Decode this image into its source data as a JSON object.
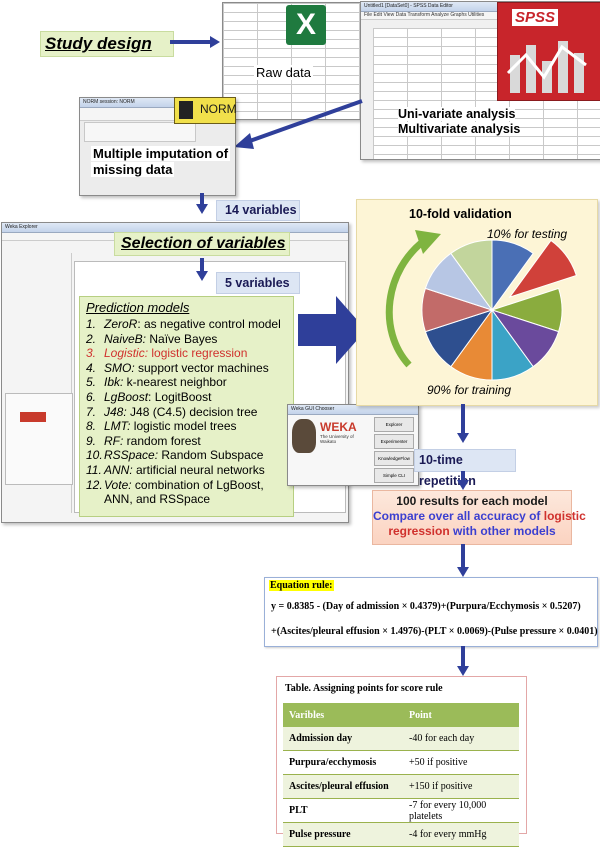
{
  "study_design": "Study design",
  "raw_data": "Raw data",
  "excel_letter": "X",
  "spss_logo": "SPSS",
  "spss_window_title": "Untitled1 [DataSet0] - SPSS Data Editor",
  "spss_menu": "File  Edit  View  Data  Transform  Analyze  Graphs  Utilities",
  "analysis_line1": "Uni-variate analysis",
  "analysis_line2": "Multivariate analysis",
  "norm_logo": "NORM",
  "norm_window_title": "NORM session: NORM",
  "imputation_line1": "Multiple imputation of",
  "imputation_line2": "missing data",
  "vars14": "14 variables",
  "selection": "Selection of variables",
  "vars5": "5 variables",
  "weka_explorer_title": "Weka Explorer",
  "prediction_title": "Prediction  models",
  "models": [
    {
      "num": "1.",
      "name": "ZeroR",
      "desc": ": as negative control model",
      "highlight": false
    },
    {
      "num": "2.",
      "name": "NaiveB:",
      "desc": " Naïve Bayes",
      "highlight": false
    },
    {
      "num": "3.",
      "name": "Logistic:",
      "desc": " logistic regression",
      "highlight": true
    },
    {
      "num": "4.",
      "name": "SMO:",
      "desc": " support vector machines",
      "highlight": false
    },
    {
      "num": "5.",
      "name": "Ibk:",
      "desc": " k-nearest neighbor",
      "highlight": false
    },
    {
      "num": "6.",
      "name": "LgBoost",
      "desc": ": LogitBoost",
      "highlight": false
    },
    {
      "num": "7.",
      "name": "J48:",
      "desc": " J48 (C4.5) decision tree",
      "highlight": false
    },
    {
      "num": "8.",
      "name": "LMT:",
      "desc": " logistic model trees",
      "highlight": false
    },
    {
      "num": "9.",
      "name": "RF:",
      "desc": " random forest",
      "highlight": false
    },
    {
      "num": "10.",
      "name": "RSSpace:",
      "desc": " Random Subspace",
      "highlight": false
    },
    {
      "num": "11.",
      "name": "ANN:",
      "desc": " artificial neural networks",
      "highlight": false
    },
    {
      "num": "12.",
      "name": "Vote:",
      "desc": " combination of LgBoost,",
      "highlight": false
    }
  ],
  "models_last_line": "ANN, and RSSpace",
  "weka_gui_title": "Weka GUI Chooser",
  "weka_logo": "WEKA",
  "weka_subtitle": "The University of Waikato",
  "weka_buttons": [
    "Explorer",
    "Experimenter",
    "KnowledgeFlow",
    "Simple CLI"
  ],
  "validation_title": "10-fold validation",
  "testing_label": "10%  for testing",
  "training_label": "90%  for training",
  "repetition": "10-time repetition",
  "results_line1": "100 results for each model",
  "results_line2a": "Compare over all accuracy of ",
  "results_line2b": "logistic",
  "results_line3a": "regression",
  "results_line3b": " with other models",
  "equation_title": "Equation rule:",
  "equation_line1": "y  = 0.8385 - (Day of admission × 0.4379)+(Purpura/Ecchymosis × 0.5207)",
  "equation_line2": "+(Ascites/pleural effusion × 1.4976)-(PLT × 0.0069)-(Pulse pressure × 0.0401)",
  "table_title": "Table.  Assigning points for score rule",
  "table_headers": [
    "Varibles",
    "Point"
  ],
  "table_rows": [
    [
      "Admission day",
      "-40 for each day"
    ],
    [
      "Purpura/ecchymosis",
      "+50 if positive"
    ],
    [
      "Ascites/pleural effusion",
      "+150 if positive"
    ],
    [
      "PLT",
      "-7 for every 10,000 platelets"
    ],
    [
      "Pulse pressure",
      "-4 for every mmHg"
    ]
  ],
  "colors": {
    "arrow": "#2f3f9a",
    "highlight_red": "#d0312d",
    "compare_blue": "#3b3fd0",
    "table_header": "#9bbb59",
    "validation_bg": "#fdf5d6"
  },
  "pie_slices": [
    "#4a6fb5",
    "#d0413a",
    "#8aac3e",
    "#6a4a9c",
    "#3ba3c6",
    "#e88a36",
    "#2e4f8f",
    "#c26b69",
    "#b7c6e4",
    "#c2d59c",
    "#8d82b8"
  ]
}
